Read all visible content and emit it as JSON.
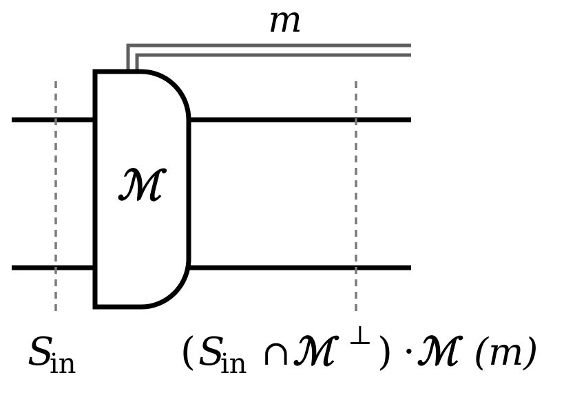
{
  "classical_label": "m",
  "gate_label": "ℳ",
  "input_label": {
    "symbol": "S",
    "subscript": "in"
  },
  "output_label": {
    "open_paren": "(",
    "symbol": "S",
    "subscript": "in",
    "intersect": "∩",
    "gate": "ℳ",
    "perp": "⊥",
    "close_paren": ")",
    "dot": "·",
    "func": "ℳ",
    "arg": "(m)"
  }
}
